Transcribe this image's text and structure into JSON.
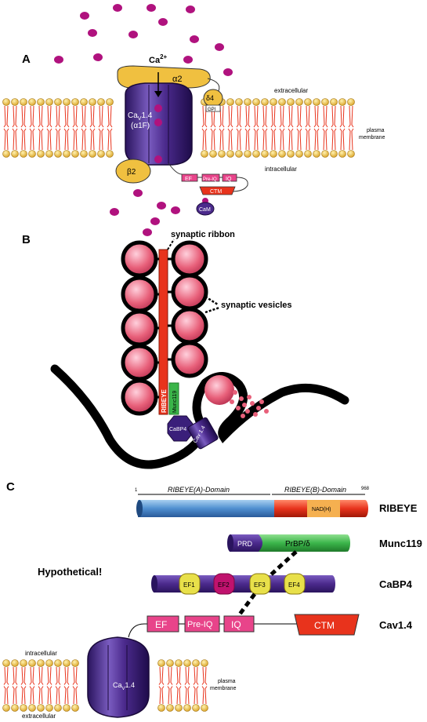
{
  "panels": {
    "a": "A",
    "b": "B",
    "c": "C"
  },
  "panelA": {
    "ion": "Ca",
    "ion_charge": "2+",
    "alpha2": "α2",
    "delta4": "δ4",
    "gpi": "GPI",
    "beta2": "β2",
    "channel_name": "Ca",
    "channel_sub": "V",
    "channel_num": "1.4",
    "channel_alt": "(α1F)",
    "extracellular": "extracellular",
    "intracellular": "intracellular",
    "plasma": "plasma",
    "membrane": "membrane",
    "ef": "EF",
    "preiq": "Pre-IQ",
    "iq": "IQ",
    "ctm": "CTM",
    "cam": "CaM"
  },
  "panelB": {
    "synaptic_ribbon": "synaptic ribbon",
    "synaptic_vesicles": "synaptic vesicles",
    "ribeye": "RIBEYE",
    "munc119": "Munc119",
    "cabp4": "CaBP4",
    "cav": "Cav 1.4"
  },
  "panelC": {
    "domain_a": "RIBEYE(A)-Domain",
    "domain_b": "RIBEYE(B)-Domain",
    "start": "1",
    "end": "968",
    "nadh": "NAD(H)",
    "ribeye": "RIBEYE",
    "prd": "PRD",
    "prbp": "PrBP/δ",
    "munc119": "Munc119",
    "hypothetical": "Hypothetical!",
    "ef1": "EF1",
    "ef2": "EF2",
    "ef3": "EF3",
    "ef4": "EF4",
    "cabp4": "CaBP4",
    "ef": "EF",
    "preiq": "Pre-IQ",
    "iq": "IQ",
    "ctm": "CTM",
    "cav14": "Cav1.4",
    "intracellular": "intracellular",
    "extracellular": "extracellular",
    "plasma": "plasma",
    "membrane": "membrane",
    "channel": "Ca",
    "channel_sub": "V",
    "channel_num": "1.4"
  },
  "colors": {
    "purple": "#4b2a8c",
    "magenta": "#b0127e",
    "yellow": "#f0c040",
    "pink": "#e8448a",
    "red": "#e8331c",
    "green": "#3bb54a",
    "blue": "#4f8fd0"
  }
}
